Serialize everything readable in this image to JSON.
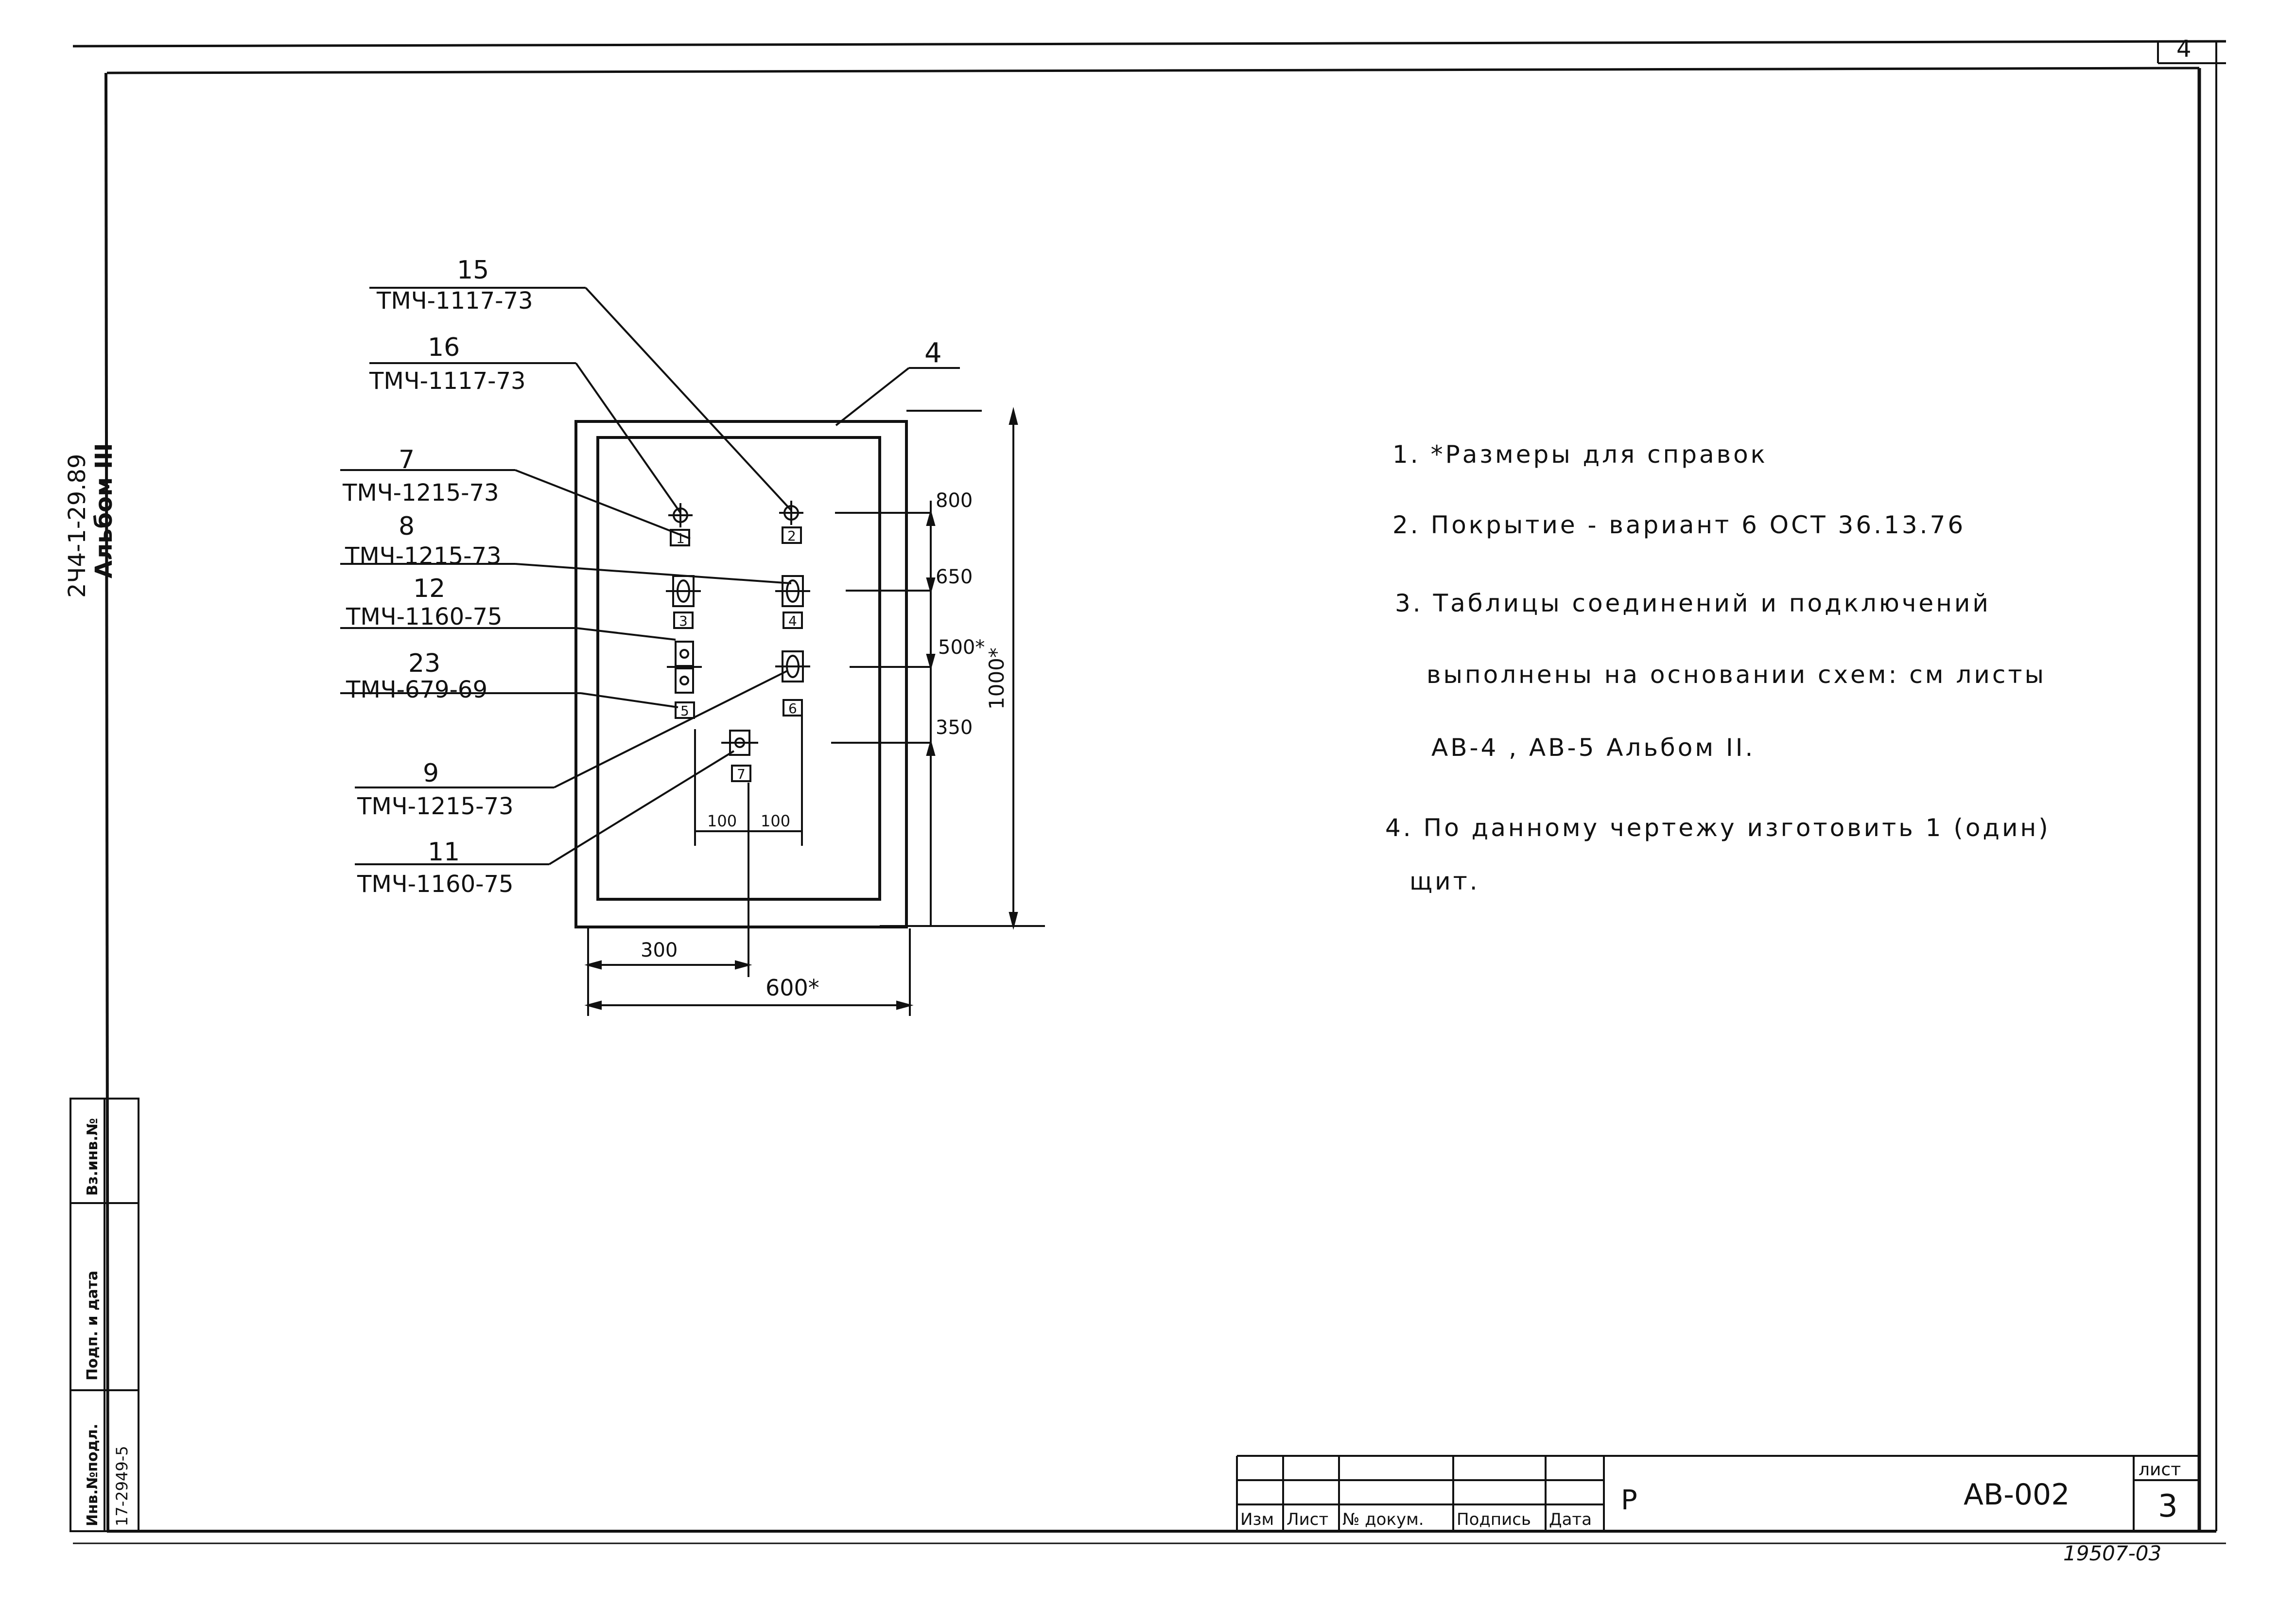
{
  "sheet": {
    "corner_number": "4",
    "code": "АВ-002",
    "stage": "Р",
    "sheet_label": "лист",
    "sheet_number": "3",
    "bottom_number": "19507-03",
    "rotated_title": "2Ч4-1-29.89",
    "rotated_album": "Альбом III"
  },
  "title_block_headers": [
    "Изм",
    "Лист",
    "№ докум.",
    "Подпись",
    "Дата"
  ],
  "side_stamp": {
    "inv_label": "Инв.№подл.",
    "sign_label": "Подп. и дата",
    "replace_label": "Вз.инв.№",
    "inv_value": "17-2949-5"
  },
  "callouts": [
    {
      "pos": "15",
      "ref": "ТМЧ-1117-73"
    },
    {
      "pos": "16",
      "ref": "ТМЧ-1117-73"
    },
    {
      "pos": "7",
      "ref": "ТМЧ-1215-73"
    },
    {
      "pos": "8",
      "ref": "ТМЧ-1215-73"
    },
    {
      "pos": "12",
      "ref": "ТМЧ-1160-75"
    },
    {
      "pos": "23",
      "ref": "ТМЧ-679-69"
    },
    {
      "pos": "9",
      "ref": "ТМЧ-1215-73"
    },
    {
      "pos": "11",
      "ref": "ТМЧ-1160-75"
    }
  ],
  "panel_label": "4",
  "component_tags": [
    "1",
    "2",
    "3",
    "4",
    "5",
    "6",
    "7"
  ],
  "dimensions": {
    "h800": "800",
    "h650": "650",
    "h500": "500*",
    "h350": "350",
    "h1000": "1000*",
    "w100a": "100",
    "w100b": "100",
    "w300": "300",
    "w600": "600*"
  },
  "notes": [
    "1. *Размеры для справок",
    "2. Покрытие - вариант 6 ОСТ 36.13.76",
    "3. Таблицы соединений и подключений",
    "выполнены на основании схем: см листы",
    "АВ-4 , АВ-5 Альбом II.",
    "4. По данному чертежу изготовить 1 (один)",
    "щит."
  ]
}
